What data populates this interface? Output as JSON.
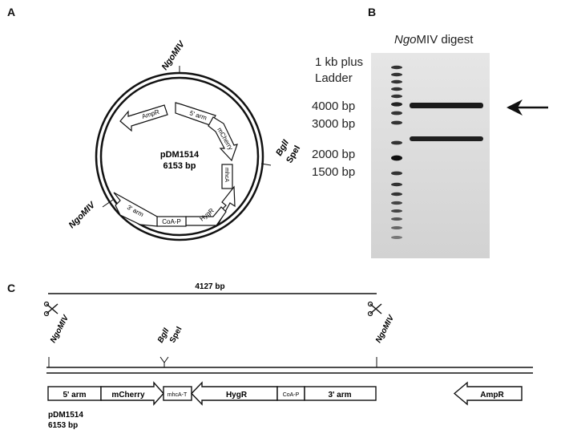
{
  "panels": {
    "a": "A",
    "b": "B",
    "c": "C"
  },
  "plasmid": {
    "name": "pDM1514",
    "size": "6153 bp",
    "sites": {
      "ngomiv_top": "NgoMIV",
      "ngomiv_left": "NgoMIV",
      "bgli": "BglI",
      "spei": "SpeI"
    },
    "features": {
      "ampr": "AmpR",
      "arm5": "5' arm",
      "mcherry": "mCherry",
      "mhca": "mhcA",
      "hygr": "HygR",
      "coap": "CoA-P",
      "arm3": "3' arm"
    }
  },
  "gel": {
    "title_italic": "Ngo",
    "title_rest": "MIV digest",
    "ladder_line1": "1 kb plus",
    "ladder_line2": "Ladder",
    "markers": [
      "4000 bp",
      "3000 bp",
      "2000 bp",
      "1500 bp"
    ]
  },
  "linear_map": {
    "fragment_length": "4127 bp",
    "site_ngomiv_left": "NgoMIV",
    "site_ngomiv_right": "NgoMIV",
    "site_bgli": "BglI",
    "site_spei": "SpeI",
    "features": {
      "arm5": "5' arm",
      "mcherry": "mCherry",
      "mhcat": "mhcA-T",
      "hygr": "HygR",
      "coap": "CoA-P",
      "arm3": "3' arm",
      "ampr": "AmpR"
    },
    "name": "pDM1514",
    "size": "6153 bp"
  }
}
